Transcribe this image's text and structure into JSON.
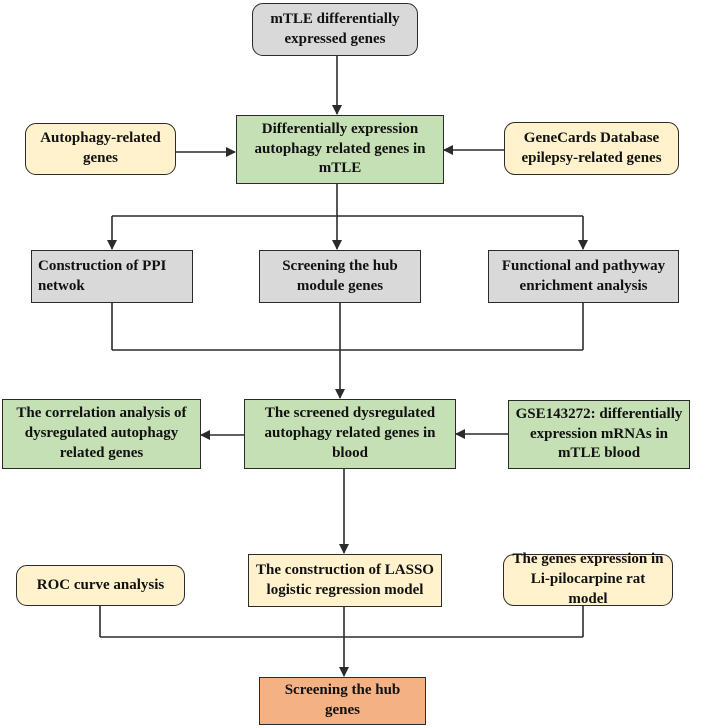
{
  "colors": {
    "gray": "#d9d9d9",
    "green": "#c5e0b4",
    "yellow": "#fff2cc",
    "orange": "#f4b183",
    "line": "#2b2b2b"
  },
  "nodes": {
    "mtle_deg": {
      "text": "mTLE differentially expressed genes"
    },
    "autophagy_genes": {
      "text": "Autophagy-related genes"
    },
    "de_autophagy_genes": {
      "text": "Differentially expression autophagy related genes in mTLE"
    },
    "genecards": {
      "text": "GeneCards Database epilepsy-related genes"
    },
    "ppi": {
      "text": "Construction of PPI netwok"
    },
    "hub_module": {
      "text": "Screening the hub module genes"
    },
    "enrichment": {
      "text": "Functional and pathyway enrichment analysis"
    },
    "correlation": {
      "text": "The correlation analysis of dysregulated autophagy related genes"
    },
    "dysregulated_blood": {
      "text": "The screened dysregulated autophagy related genes in blood"
    },
    "gse143272": {
      "text": "GSE143272: differentially expression mRNAs in mTLE blood"
    },
    "roc": {
      "text": "ROC curve analysis"
    },
    "lasso": {
      "text": "The construction of LASSO logistic regression model"
    },
    "rat_model": {
      "text": "The genes expression in Li-pilocarpine rat model"
    },
    "hub_genes": {
      "text": "Screening the hub genes"
    }
  }
}
